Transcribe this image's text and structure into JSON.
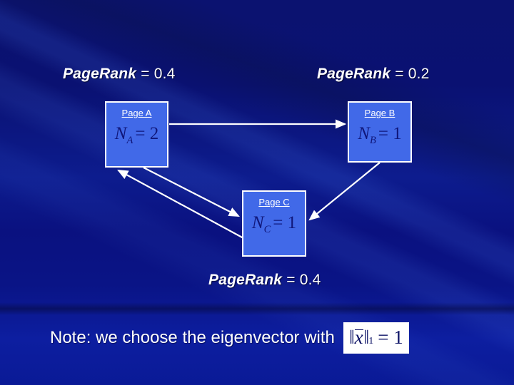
{
  "slide": {
    "background_color": "#0a1280",
    "node_fill_color": "#4169e8",
    "node_border_color": "#ffffff",
    "text_color": "#ffffff",
    "formula_color": "#10177a"
  },
  "pagerank_labels": [
    {
      "name": "PageRank",
      "value": "= 0.4",
      "target": "Page A"
    },
    {
      "name": "PageRank",
      "value": "= 0.2",
      "target": "Page B"
    },
    {
      "name": "PageRank",
      "value": "= 0.4",
      "target": "Page C"
    }
  ],
  "nodes": [
    {
      "title": "Page A",
      "formula_var": "N",
      "formula_sub": "A",
      "formula_eq": "= 2"
    },
    {
      "title": "Page B",
      "formula_var": "N",
      "formula_sub": "B",
      "formula_eq": "= 1"
    },
    {
      "title": "Page C",
      "formula_var": "N",
      "formula_sub": "C",
      "formula_eq": "= 1"
    }
  ],
  "edges": [
    {
      "from": "Page A",
      "to": "Page B"
    },
    {
      "from": "Page A",
      "to": "Page C"
    },
    {
      "from": "Page C",
      "to": "Page A"
    },
    {
      "from": "Page B",
      "to": "Page C"
    }
  ],
  "note": {
    "text": "Note: we choose the eigenvector with",
    "formula_var": "x",
    "formula_sub": "1",
    "formula_eq": "= 1"
  }
}
